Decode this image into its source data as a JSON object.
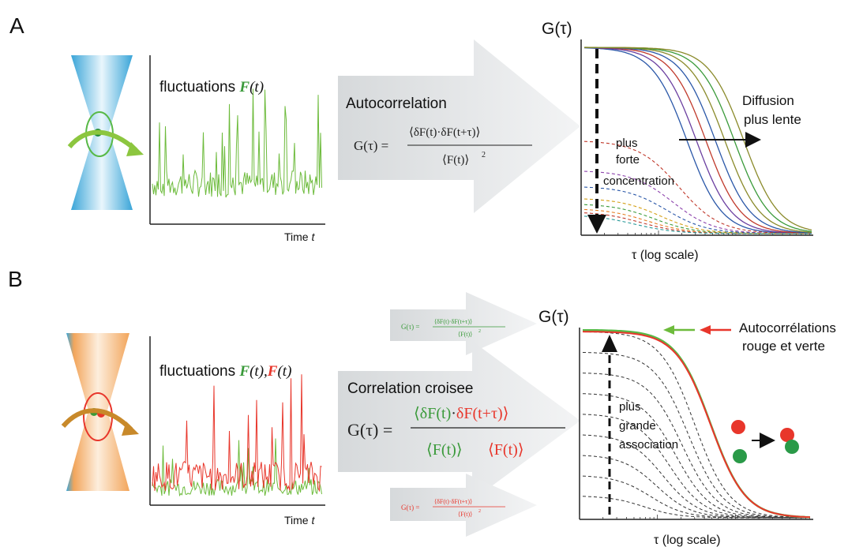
{
  "colors": {
    "blue": "#3fa9d9",
    "orange": "#f0a55a",
    "green": "#58b947",
    "red": "#e8362b",
    "arrow_gray": "#e3e5e6",
    "curve_blue": "#2a57a8",
    "curve_purple": "#6b3fa0",
    "curve_red": "#c0392b",
    "curve_olive": "#8a8a2a",
    "curve_green": "#3a9a3a"
  },
  "panelA": {
    "label": "A",
    "fluct_title": "fluctuations ",
    "fluct_F": "F",
    "fluct_t": "(t)",
    "time_axis": "Time ",
    "time_t": "t",
    "arrow_title": "Autocorrelation",
    "formula_lhs": "G(τ) =",
    "formula_num": "⟨δF(t)·δF(t+τ)⟩",
    "formula_den": "⟨F(t)⟩",
    "formula_den_exp": "2",
    "g_label": "G(τ)",
    "x_label": "τ (log scale)",
    "diffusion_line1": "Diffusion",
    "diffusion_line2": "plus lente",
    "conc_line1": "plus",
    "conc_line2": "forte",
    "conc_line3": "concentration"
  },
  "panelB": {
    "label": "B",
    "fluct_title": "fluctuations ",
    "fluct_F1": "F",
    "fluct_t1": "(t),",
    "fluct_F2": "F",
    "fluct_t2": "(t)",
    "time_axis": "Time ",
    "time_t": "t",
    "arrow_title": "Correlation croisee",
    "formula_lhs": "G(τ) =",
    "formula_num_a": "⟨δF(t)",
    "formula_num_dot": "·",
    "formula_num_b": "δF(t+τ)⟩",
    "formula_den_a": "⟨F(t)⟩",
    "formula_den_b": "⟨F(t)⟩",
    "small_lhs": "G(τ) =",
    "small_num": "⟨δF(t)·δF(t+τ)⟩",
    "small_den": "⟨F(t)⟩",
    "small_den_exp": "2",
    "g_label": "G(τ)",
    "x_label": "τ (log scale)",
    "auto_line1": "Autocorrélations",
    "auto_line2": "rouge et verte",
    "assoc_line1": "plus",
    "assoc_line2": "grande",
    "assoc_line3": "association"
  }
}
